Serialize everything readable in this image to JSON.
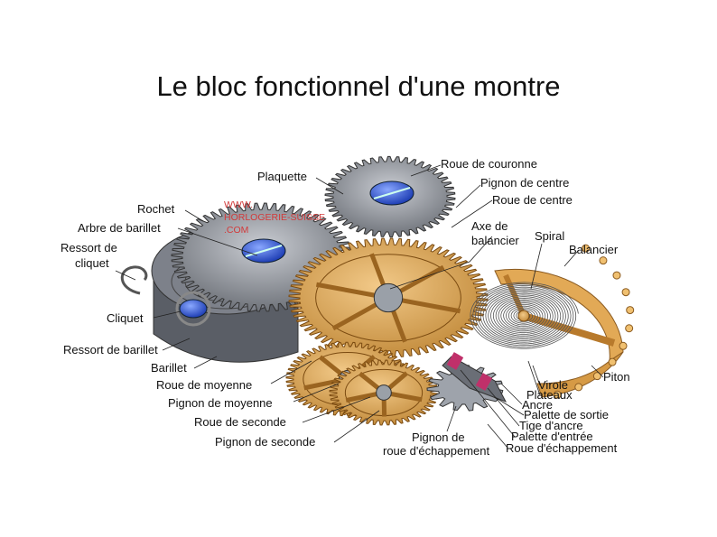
{
  "title": "Le bloc fonctionnel d'une montre",
  "watermark": [
    "WWW.",
    "HORLOGERIE-SUISSE",
    ".COM"
  ],
  "labels": {
    "plaquette": "Plaquette",
    "roue_couronne": "Roue de couronne",
    "pignon_centre": "Pignon de centre",
    "roue_centre": "Roue de centre",
    "axe_balancier_1": "Axe de",
    "axe_balancier_2": "balancier",
    "spiral": "Spiral",
    "balancier": "Balancier",
    "rochet": "Rochet",
    "arbre_barillet": "Arbre de barillet",
    "ressort_cliquet_1": "Ressort de",
    "ressort_cliquet_2": "cliquet",
    "cliquet": "Cliquet",
    "ressort_barillet": "Ressort de barillet",
    "barillet": "Barillet",
    "roue_moyenne": "Roue de moyenne",
    "pignon_moyenne": "Pignon de moyenne",
    "roue_seconde": "Roue de seconde",
    "pignon_seconde": "Pignon de seconde",
    "pignon_echappement_1": "Pignon de",
    "pignon_echappement_2": "roue d'échappement",
    "piton": "Piton",
    "virole": "Virole",
    "plateaux": "Plateaux",
    "ancre": "Ancre",
    "palette_sortie": "Palette de sortie",
    "tige_ancre": "Tige d'ancre",
    "palette_entree": "Palette d'entrée",
    "roue_echappement": "Roue d'échappement"
  }
}
